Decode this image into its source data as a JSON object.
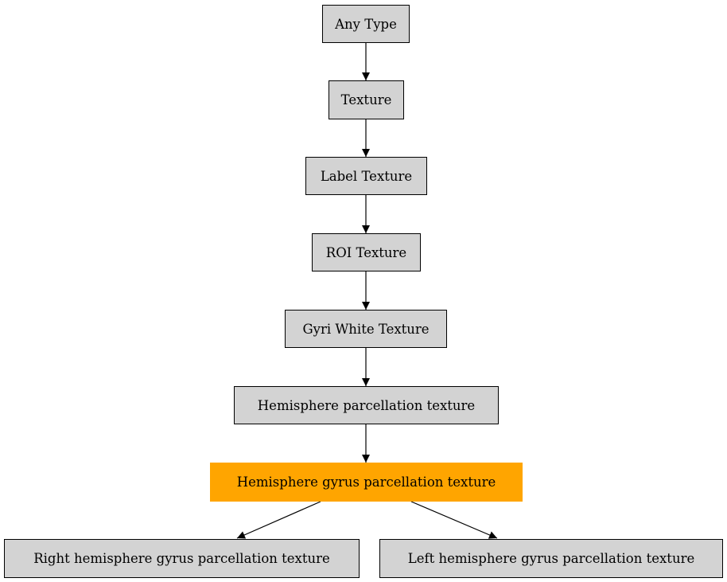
{
  "nodes": {
    "any_type": "Any Type",
    "texture": "Texture",
    "label_texture": "Label Texture",
    "roi_texture": "ROI Texture",
    "gyri_white_texture": "Gyri White Texture",
    "hemisphere_parcellation_texture": "Hemisphere parcellation texture",
    "hemisphere_gyrus_parcellation_texture": "Hemisphere gyrus parcellation texture",
    "right_hemisphere_gyrus_parcellation_texture": "Right hemisphere gyrus parcellation texture",
    "left_hemisphere_gyrus_parcellation_texture": "Left hemisphere gyrus parcellation texture"
  },
  "edges": [
    [
      "any_type",
      "texture"
    ],
    [
      "texture",
      "label_texture"
    ],
    [
      "label_texture",
      "roi_texture"
    ],
    [
      "roi_texture",
      "gyri_white_texture"
    ],
    [
      "gyri_white_texture",
      "hemisphere_parcellation_texture"
    ],
    [
      "hemisphere_parcellation_texture",
      "hemisphere_gyrus_parcellation_texture"
    ],
    [
      "hemisphere_gyrus_parcellation_texture",
      "right_hemisphere_gyrus_parcellation_texture"
    ],
    [
      "hemisphere_gyrus_parcellation_texture",
      "left_hemisphere_gyrus_parcellation_texture"
    ]
  ],
  "colors": {
    "node_fill": "#d3d3d3",
    "highlight_fill": "#ffa500",
    "edge": "#000000"
  }
}
